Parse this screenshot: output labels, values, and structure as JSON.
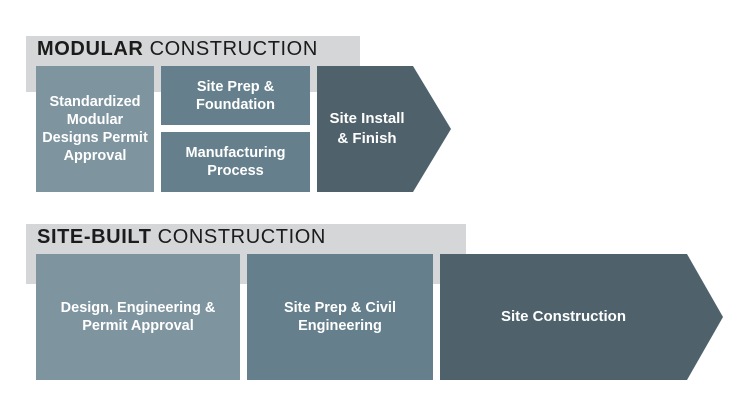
{
  "modular": {
    "title_bold": "MODULAR",
    "title_rest": " CONSTRUCTION",
    "steps": {
      "standardized": "Standardized Modular Designs Permit Approval",
      "site_prep": "Site Prep & Foundation",
      "manufacturing": "Manufacturing Process",
      "install": "Site Install & Finish"
    }
  },
  "site_built": {
    "title_bold": "SITE-BUILT",
    "title_rest": " CONSTRUCTION",
    "steps": {
      "design": "Design, Engineering & Permit Approval",
      "site_prep": "Site Prep & Civil Engineering",
      "construction": "Site Construction"
    }
  },
  "colors": {
    "header_bg": "#d4d6d8",
    "light_box": "#7e95a0",
    "mid_box": "#65808c",
    "dark_box": "#4f626b"
  }
}
